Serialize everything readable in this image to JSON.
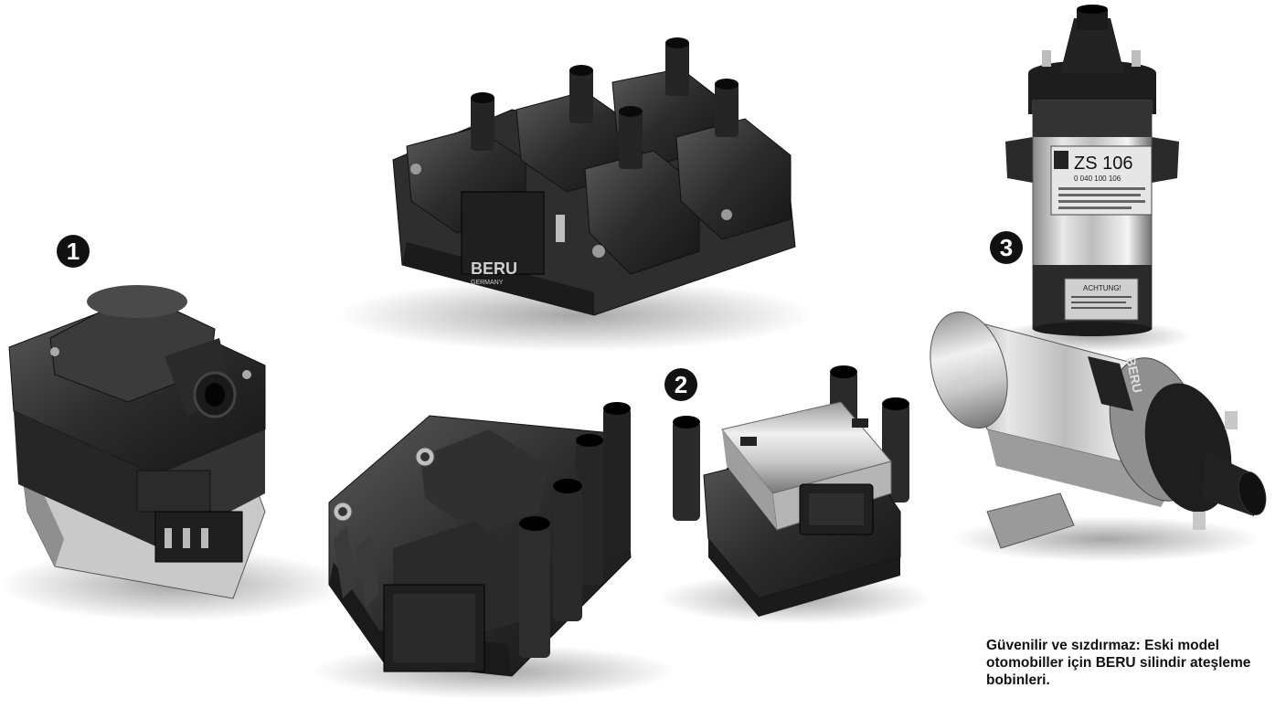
{
  "markers": [
    "1",
    "2",
    "3"
  ],
  "coil_block": {
    "brand": "BERU",
    "sub": "GERMANY"
  },
  "cylinder_coil": {
    "label": "ZS 106",
    "part_no": "0 040 100 106",
    "warning": "ACHTUNG!"
  },
  "bottom_coil_label": "BERU",
  "caption": {
    "line1": "Güvenilir ve sızdırmaz: Eski model",
    "line2": "otomobiller için BERU silindir ateşleme",
    "line3": "bobinleri."
  }
}
